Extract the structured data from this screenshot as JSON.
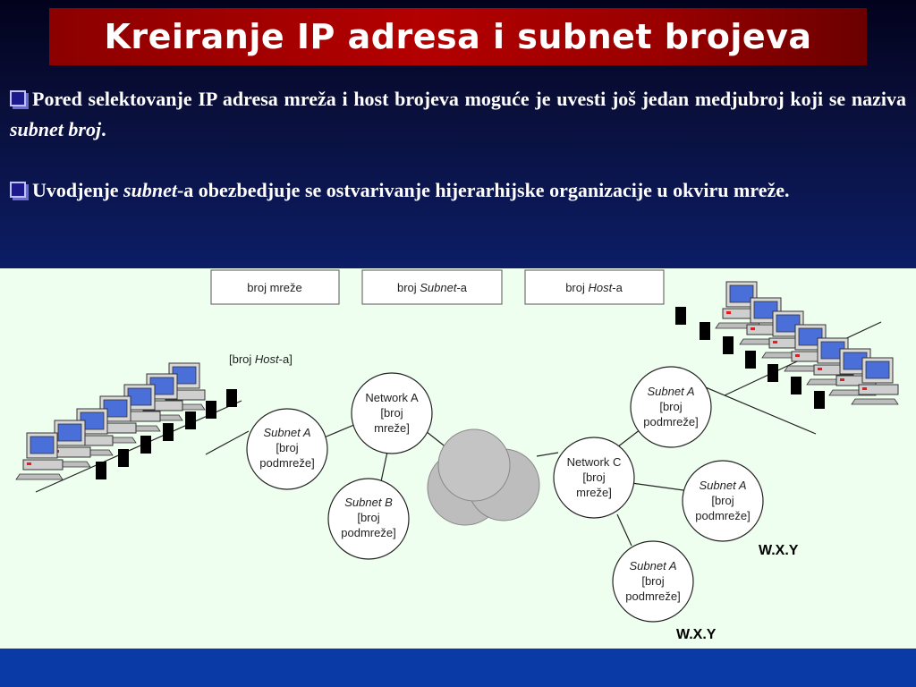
{
  "title": "Kreiranje IP adresa i subnet brojeva",
  "bullets": [
    {
      "pre": "Pored selektovanje IP adresa mreža i host brojeva moguće je uvesti još jedan medjubroj koji se naziva ",
      "italic": "subnet broj",
      "post": "."
    },
    {
      "pre": "Uvodjenje ",
      "italic": "subnet",
      "post": "-a obezbedjuje se ostvarivanje hijerarhijske organizacije u okviru mreže."
    }
  ],
  "diagram": {
    "header_boxes": [
      {
        "pre": "broj mreže",
        "italic": "",
        "post": ""
      },
      {
        "pre": "broj ",
        "italic": "Subnet",
        "post": "-a"
      },
      {
        "pre": "broj ",
        "italic": "Host",
        "post": "-a"
      }
    ],
    "host_label": {
      "pre": "[broj ",
      "italic": "Host",
      "post": "-a]"
    },
    "nodes": [
      {
        "line1": "Network A",
        "line2": "[broj",
        "line3": "mreže]",
        "italic_first": false
      },
      {
        "line1": "Subnet A",
        "line2": "[broj",
        "line3": "podmreže]",
        "italic_first": true
      },
      {
        "line1": "Subnet B",
        "line2": "[broj",
        "line3": "podmreže]",
        "italic_first": true
      },
      {
        "line1": "Network C",
        "line2": "[broj",
        "line3": "mreže]",
        "italic_first": false
      },
      {
        "line1": "Subnet A",
        "line2": "[broj",
        "line3": "podmreže]",
        "italic_first": true
      },
      {
        "line1": "Subnet A",
        "line2": "[broj",
        "line3": "podmreže]",
        "italic_first": true
      },
      {
        "line1": "Subnet A",
        "line2": "[broj",
        "line3": "podmreže]",
        "italic_first": true
      }
    ],
    "wxy_labels": [
      "W.X.Y",
      "W.X.Y"
    ]
  },
  "colors": {
    "title_bar": "#b30000",
    "footer_bar": "#0a3aa5",
    "diagram_bg": "#efffef"
  }
}
